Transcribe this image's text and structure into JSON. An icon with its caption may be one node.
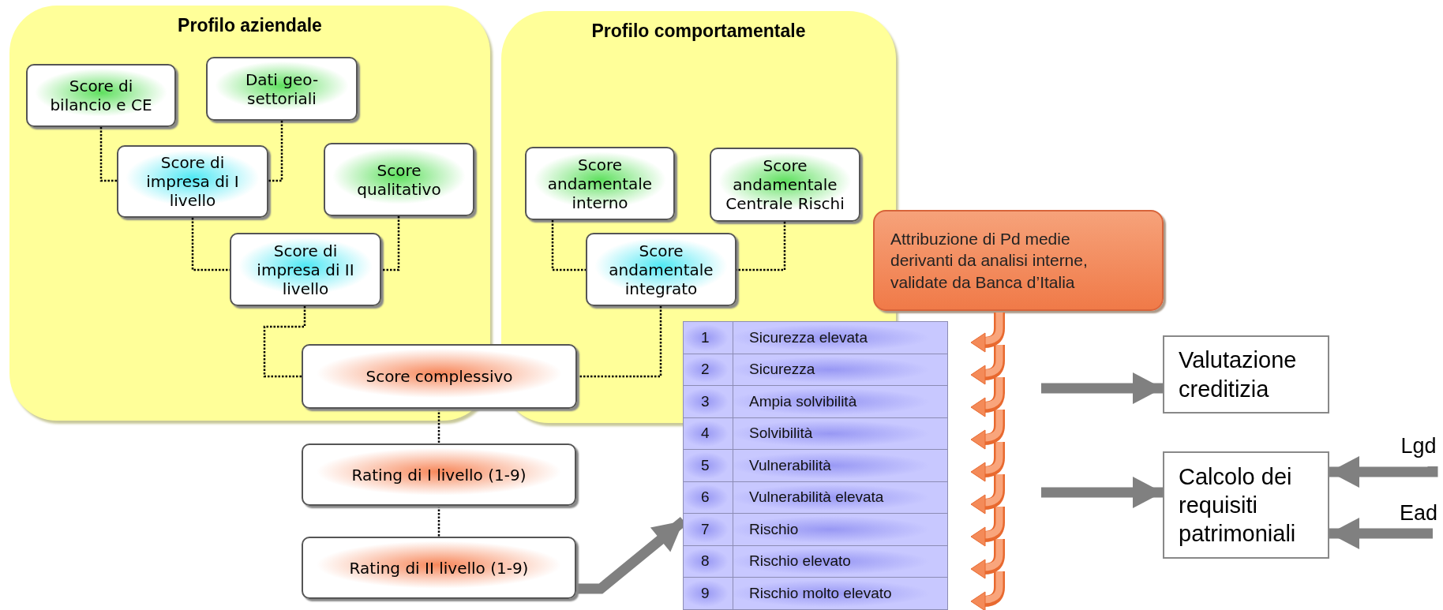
{
  "diagram": {
    "nodes": [
      {
        "text": [
          "Profilo aziendale"
        ]
      },
      {
        "text": [
          "Score di bilancio e CE"
        ],
        "in": 0
      },
      {
        "text": [
          "Dati geo-settoriali"
        ],
        "in": 0
      },
      {
        "text": [
          "Score di impresa di I livello"
        ],
        "in": 0
      },
      {
        "text": [
          "Score qualitativo"
        ],
        "in": 0
      },
      {
        "text": [
          "Score di impresa di II livello"
        ],
        "in": 0
      },
      {
        "text": [
          "Profilo comportamentale"
        ]
      },
      {
        "text": [
          "Score andamentale interno"
        ],
        "in": 6
      },
      {
        "text": [
          "Score andamentale Centrale Rischi"
        ],
        "in": 6
      },
      {
        "text": [
          "Score andamentale integrato"
        ],
        "in": 6
      },
      {
        "text": [
          "Score complessivo"
        ]
      },
      {
        "text": [
          "Rating di I livello (1-9)"
        ]
      },
      {
        "text": [
          "Rating di II livello (1-9)"
        ]
      },
      {
        "text": [
          "Attribuzione di Pd medie derivanti da analisi interne, validate da Banca d’Italia"
        ]
      },
      {
        "text": [
          "Valutazione creditizia"
        ]
      },
      {
        "text": [
          "Calcolo dei requisiti patrimoniali"
        ]
      },
      {
        "text": [
          "Lgd"
        ]
      },
      {
        "text": [
          "Ead"
        ]
      },
      {
        "text": [],
        "shape": "box"
      }
    ],
    "edges": [
      {
        "from": 1,
        "to": 3,
        "arrow": "none",
        "style": "dashed"
      },
      {
        "from": 2,
        "to": 3,
        "arrow": "none",
        "style": "dashed"
      },
      {
        "from": 3,
        "to": 5,
        "arrow": "none",
        "style": "dashed"
      },
      {
        "from": 4,
        "to": 5,
        "arrow": "none",
        "style": "dashed"
      },
      {
        "from": 5,
        "to": 10,
        "arrow": "none",
        "style": "dashed"
      },
      {
        "from": 7,
        "to": 9,
        "arrow": "none",
        "style": "dashed"
      },
      {
        "from": 8,
        "to": 9,
        "arrow": "none",
        "style": "dashed"
      },
      {
        "from": 9,
        "to": 10,
        "arrow": "none",
        "style": "dashed"
      },
      {
        "from": 10,
        "to": 11,
        "arrow": "none",
        "style": "dashed"
      },
      {
        "from": 11,
        "to": 12,
        "arrow": "none",
        "style": "dashed"
      },
      {
        "from": 12,
        "to": 18,
        "arrow": "to",
        "style": "thick",
        "color": "#808080"
      },
      {
        "from": null,
        "to": 14,
        "arrow": "to",
        "style": "thick",
        "color": "#808080"
      },
      {
        "from": null,
        "to": 15,
        "arrow": "to",
        "style": "thick",
        "color": "#808080"
      },
      {
        "from": 16,
        "to": 15,
        "arrow": "to",
        "style": "thick",
        "color": "#808080"
      },
      {
        "from": 17,
        "to": 15,
        "arrow": "to",
        "style": "thick",
        "color": "#808080"
      }
    ],
    "labels": [
      "1",
      "Sicurezza elevata",
      "2",
      "Sicurezza",
      "3",
      "Ampia solvibilità",
      "4",
      "Solvibilità",
      "5",
      "Vulnerabilità",
      "6",
      "Vulnerabilità elevata",
      "7",
      "Rischio",
      "8",
      "Rischio elevato",
      "9",
      "Rischio molto elevato"
    ]
  }
}
